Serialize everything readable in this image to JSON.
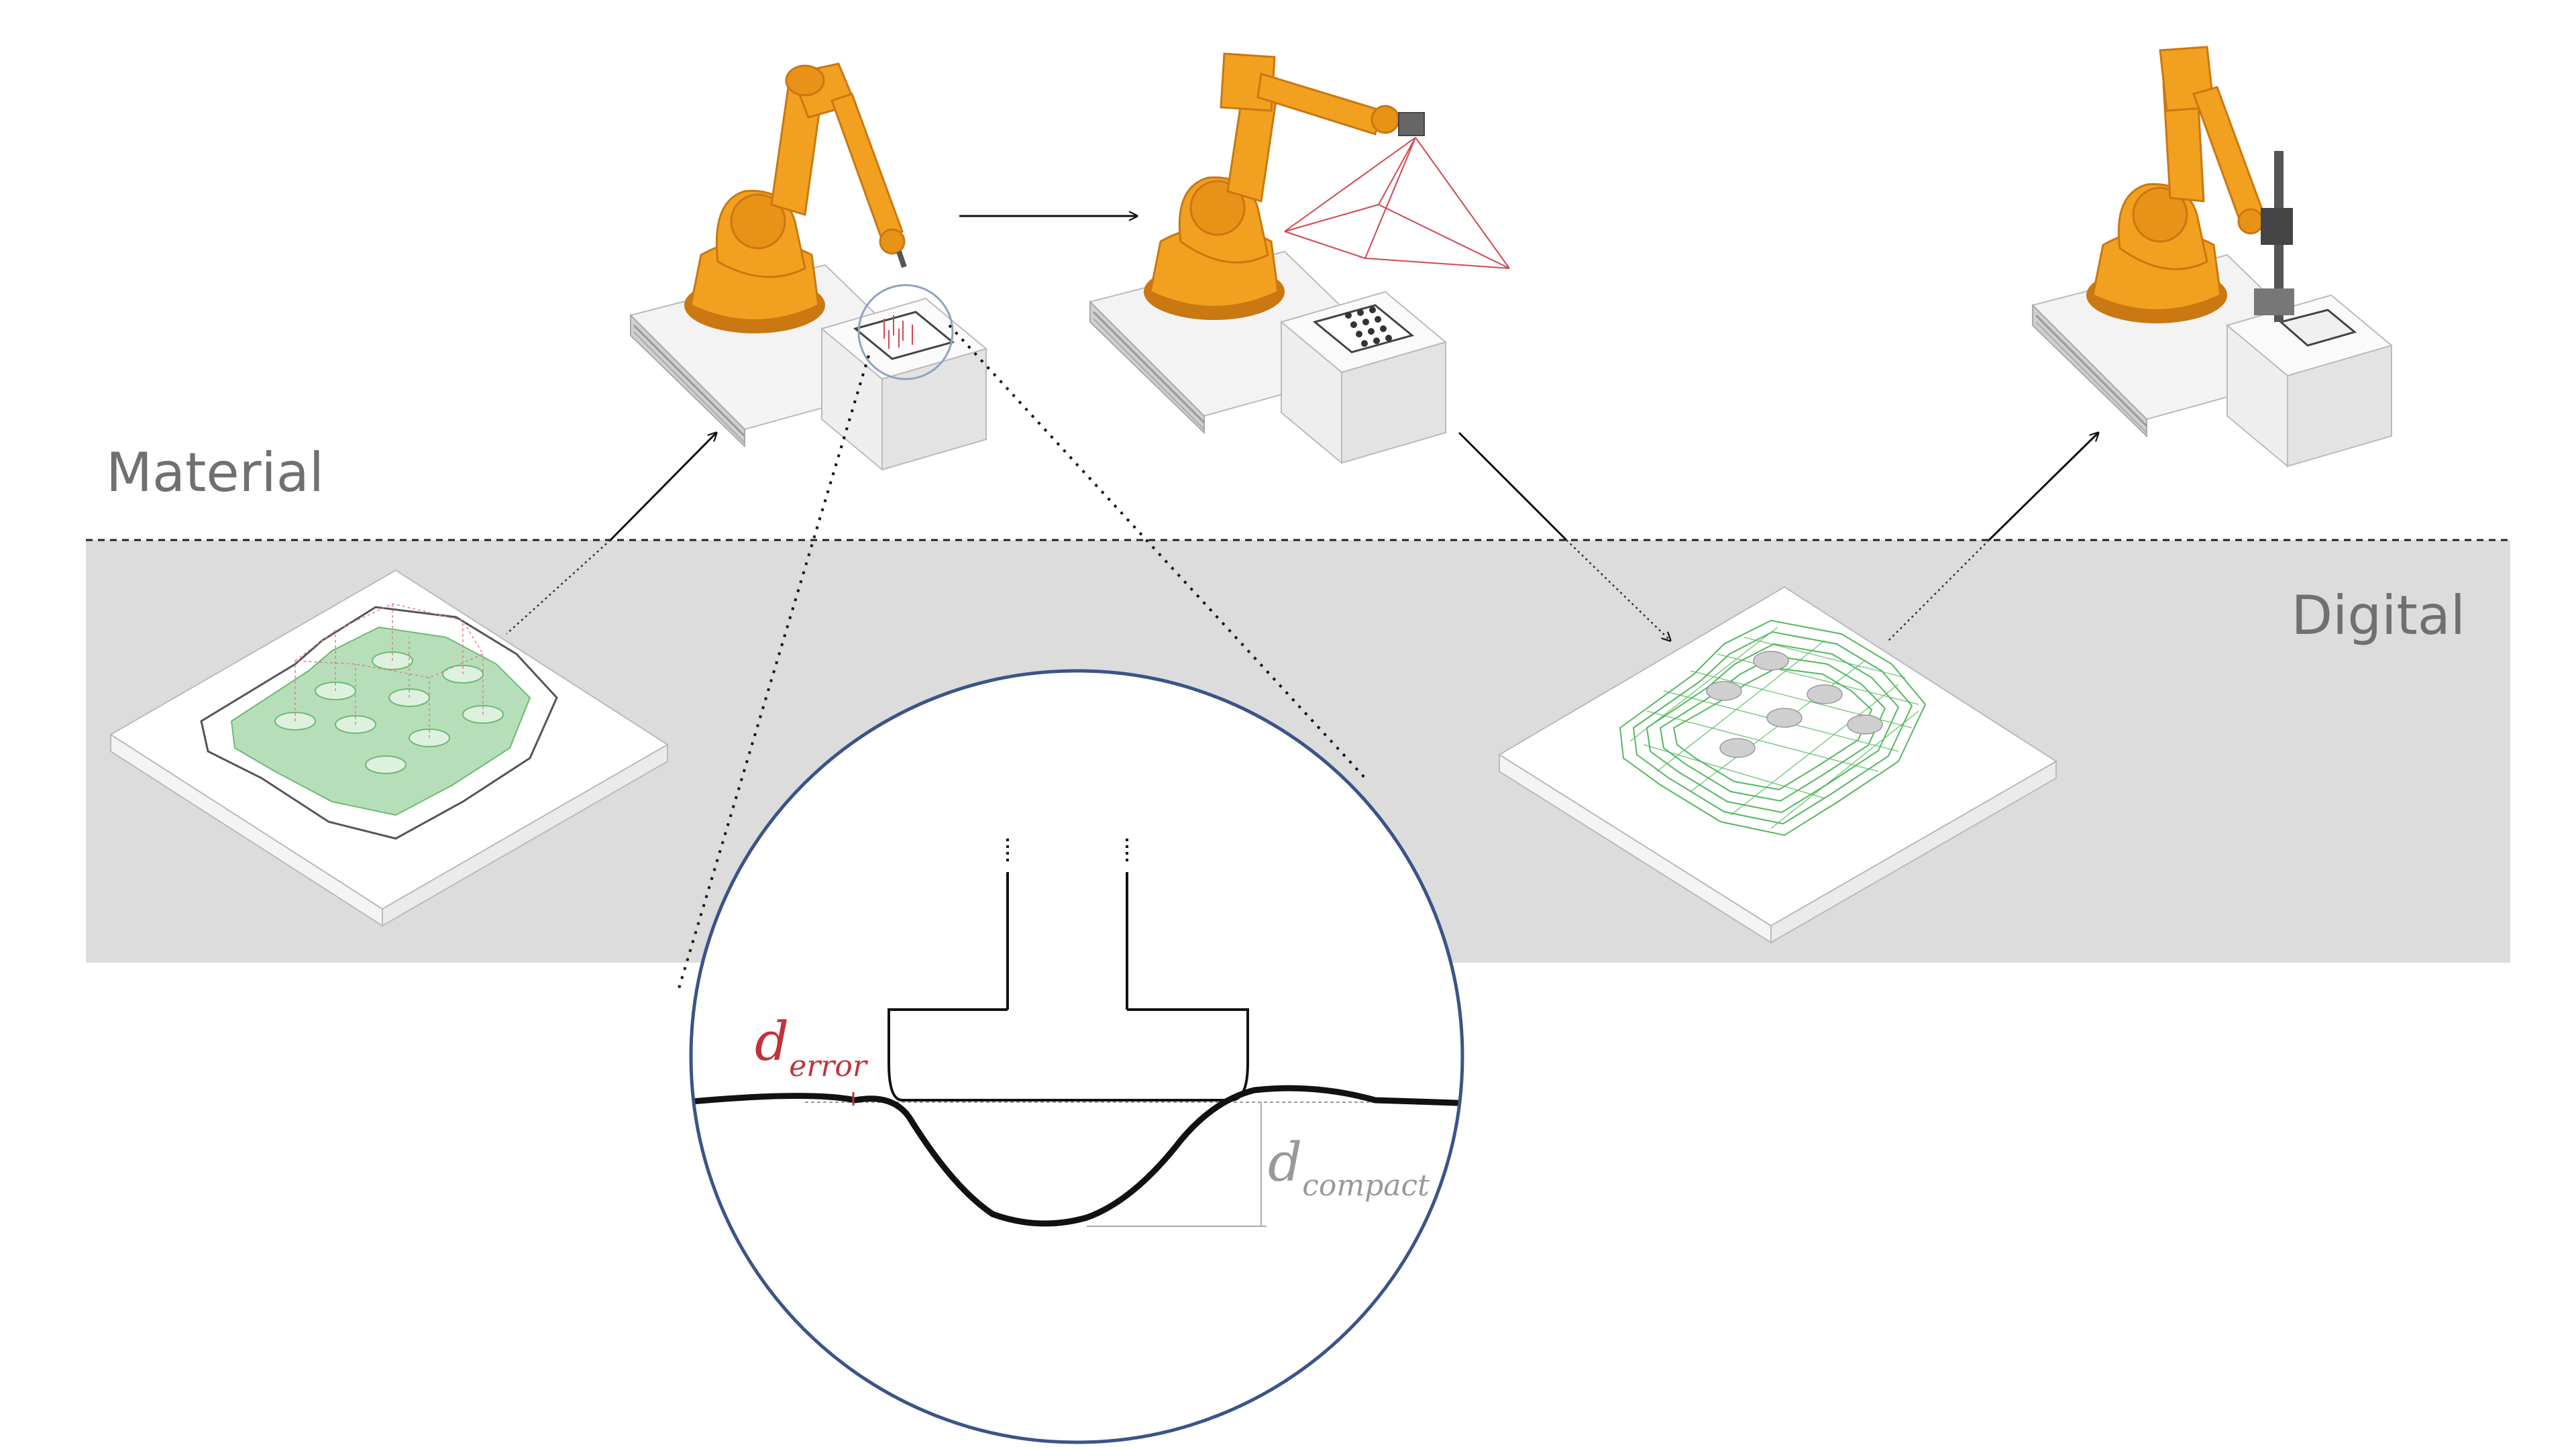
{
  "labels": {
    "material": "Material",
    "digital": "Digital"
  },
  "detail": {
    "d_error_main": "d",
    "d_error_sub": "error",
    "d_compact_main": "d",
    "d_compact_sub": "compact"
  },
  "colors": {
    "robot_orange": "#f2a01f",
    "robot_orange_dark": "#c97812",
    "band_gray": "#dcdcdd",
    "green_fill": "#9ed4a2",
    "green_line": "#52b85c",
    "error_red": "#c0333a",
    "circle_blue": "#3b5487",
    "gray_text": "#707070"
  },
  "icons": {
    "robot_1": "robot-arm-compacting-icon",
    "robot_2": "robot-arm-scanning-icon",
    "robot_3": "robot-arm-printing-icon",
    "tool_mesh": "toolpath-plate-icon",
    "scan_mesh": "scan-mesh-plate-icon"
  }
}
